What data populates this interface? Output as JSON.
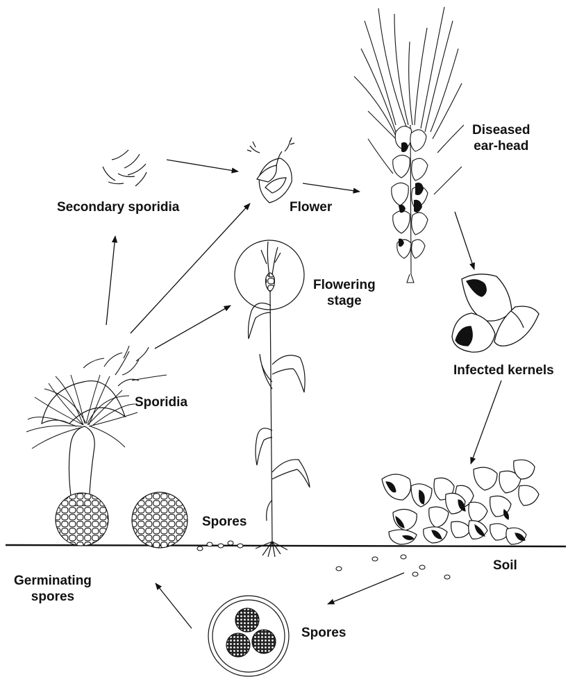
{
  "colors": {
    "ink": "#111111",
    "background": "#ffffff"
  },
  "labels": {
    "secondary_sporidia": "Secondary sporidia",
    "flower": "Flower",
    "diseased_ear_head_line1": "Diseased",
    "diseased_ear_head_line2": "ear-head",
    "flowering_stage_line1": "Flowering",
    "flowering_stage_line2": "stage",
    "infected_kernels": "Infected kernels",
    "sporidia": "Sporidia",
    "spores_ground": "Spores",
    "germinating_spores_line1": "Germinating",
    "germinating_spores_line2": "spores",
    "soil": "Soil",
    "spores_circle": "Spores"
  }
}
